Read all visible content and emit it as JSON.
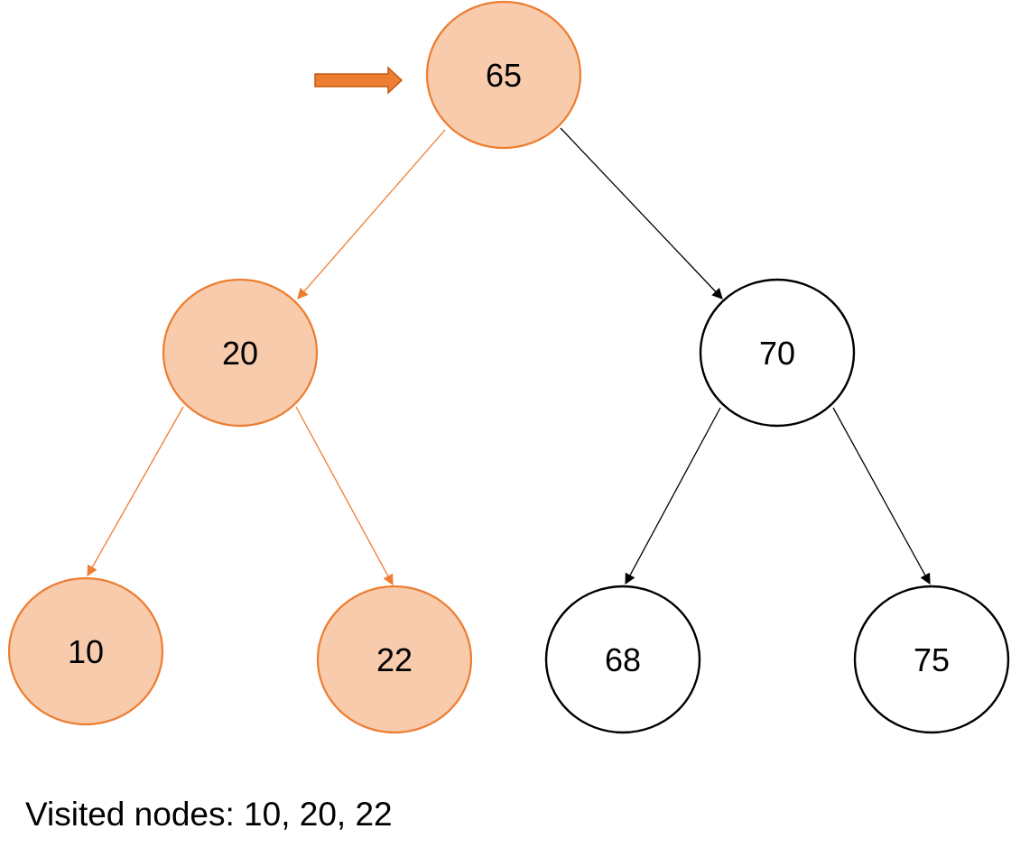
{
  "tree": {
    "nodes": [
      {
        "id": "n65",
        "label": "65",
        "visited": true
      },
      {
        "id": "n20",
        "label": "20",
        "visited": true
      },
      {
        "id": "n70",
        "label": "70",
        "visited": false
      },
      {
        "id": "n10",
        "label": "10",
        "visited": true
      },
      {
        "id": "n22",
        "label": "22",
        "visited": true
      },
      {
        "id": "n68",
        "label": "68",
        "visited": false
      },
      {
        "id": "n75",
        "label": "75",
        "visited": false
      }
    ],
    "edges": [
      {
        "from": "n65",
        "to": "n20",
        "visited": true
      },
      {
        "from": "n65",
        "to": "n70",
        "visited": false
      },
      {
        "from": "n20",
        "to": "n10",
        "visited": true
      },
      {
        "from": "n20",
        "to": "n22",
        "visited": true
      },
      {
        "from": "n70",
        "to": "n68",
        "visited": false
      },
      {
        "from": "n70",
        "to": "n75",
        "visited": false
      }
    ],
    "current_pointer": "n65"
  },
  "caption": {
    "text": "Visited nodes: 10, 20, 22"
  },
  "colors": {
    "visited_fill": "#F8CBAD",
    "visited_stroke": "#ED7D31",
    "unvisited_fill": "#FFFFFF",
    "unvisited_stroke": "#000000",
    "pointer_fill": "#ED7D31",
    "pointer_stroke": "#C55A11"
  }
}
